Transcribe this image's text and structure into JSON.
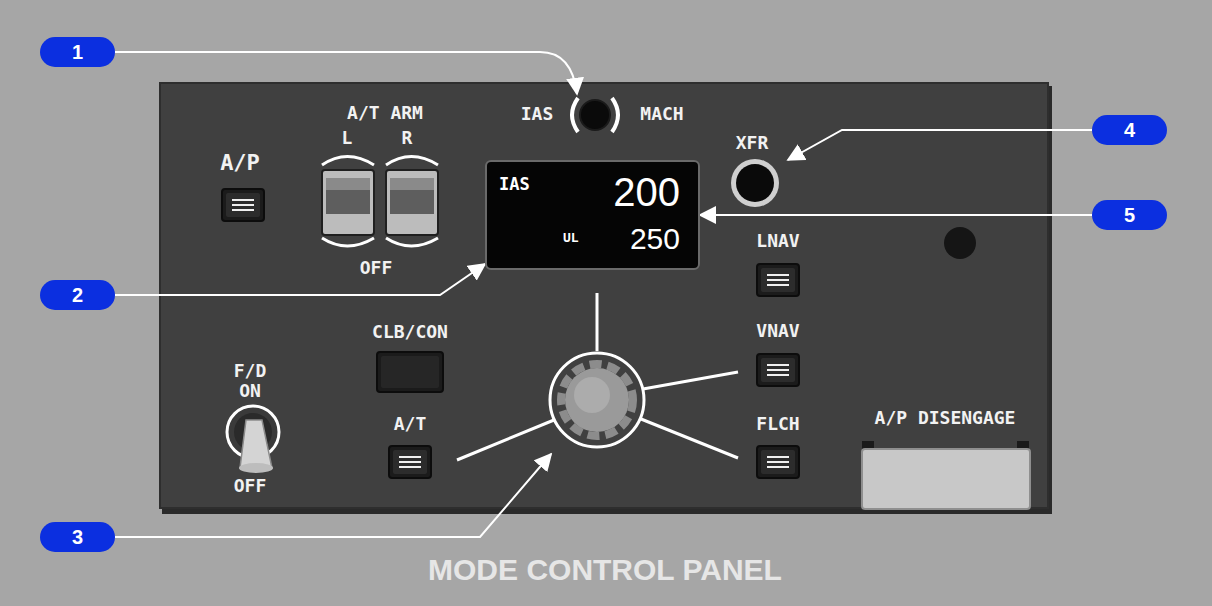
{
  "diagram": {
    "caption": "MODE CONTROL PANEL",
    "nodes": [
      {
        "text": [
          "1"
        ]
      },
      {
        "text": [
          "4"
        ]
      },
      {
        "text": [
          "IAS",
          "200",
          "UL",
          "250"
        ]
      },
      {
        "text": [
          "5"
        ]
      },
      {
        "text": [
          "2"
        ]
      },
      {
        "text": [
          "3"
        ]
      }
    ],
    "edges": [
      {
        "from": 4,
        "to": 2,
        "arrow": "to"
      },
      {
        "from": 3,
        "to": 2,
        "arrow": "to"
      }
    ],
    "labels": [
      "IAS",
      "MACH",
      "A/T ARM",
      "L",
      "R",
      "OFF",
      "A/P",
      "XFR",
      "LNAV",
      "VNAV",
      "FLCH",
      "CLB/CON",
      "A/T",
      "F/D ON",
      "OFF",
      "A/P DISENGAGE"
    ]
  }
}
